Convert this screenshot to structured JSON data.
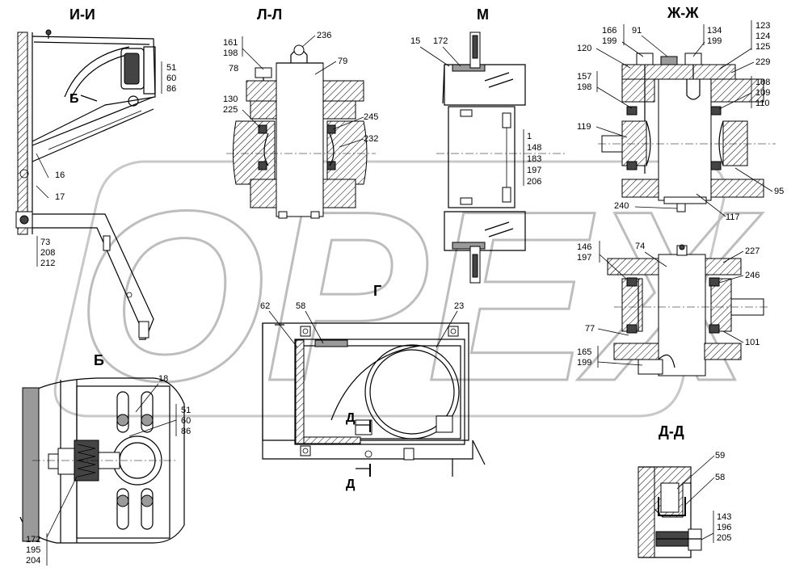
{
  "views": {
    "ii": {
      "title": "И-И",
      "labels": [
        "51",
        "60",
        "86",
        "16",
        "17",
        "73",
        "208",
        "212"
      ],
      "b_mark": "Б"
    },
    "ll": {
      "title": "Л-Л",
      "labels": [
        "161",
        "198",
        "236",
        "78",
        "79",
        "130",
        "225",
        "245",
        "232"
      ]
    },
    "m": {
      "title": "М",
      "labels": [
        "15",
        "172",
        "1",
        "148",
        "183",
        "197",
        "206"
      ]
    },
    "zhzh": {
      "title": "Ж-Ж",
      "labels": [
        "166",
        "199",
        "91",
        "134",
        "199",
        "123",
        "124",
        "125",
        "120",
        "229",
        "157",
        "198",
        "108",
        "109",
        "110",
        "119",
        "95",
        "240",
        "117"
      ]
    },
    "zh_lower": {
      "labels": [
        "146",
        "197",
        "74",
        "227",
        "246",
        "77",
        "101",
        "165",
        "199"
      ]
    },
    "g": {
      "title": "Г",
      "labels": [
        "62",
        "58",
        "23"
      ],
      "section_mark": "Д"
    },
    "b": {
      "title": "Б",
      "labels": [
        "18",
        "51",
        "60",
        "86",
        "172",
        "195",
        "204"
      ]
    },
    "dd": {
      "title": "Д-Д",
      "labels": [
        "59",
        "58",
        "143",
        "196",
        "205"
      ]
    }
  },
  "watermark": {
    "text": "OPEX"
  }
}
